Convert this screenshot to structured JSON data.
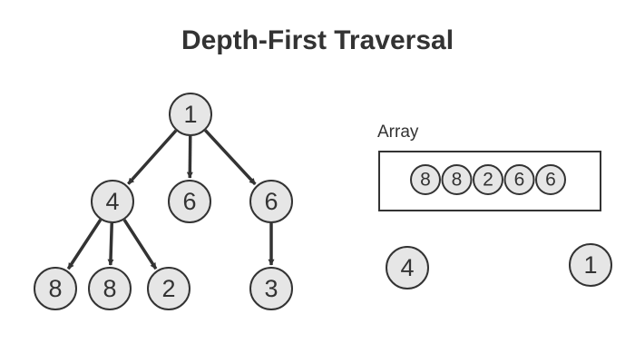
{
  "title": "Depth-First Traversal",
  "colors": {
    "node_fill": "#e6e6e6",
    "stroke": "#333333",
    "background": "#ffffff"
  },
  "tree": {
    "nodes": [
      {
        "id": "n1",
        "label": "1"
      },
      {
        "id": "n4",
        "label": "4"
      },
      {
        "id": "n6a",
        "label": "6"
      },
      {
        "id": "n6b",
        "label": "6"
      },
      {
        "id": "n8a",
        "label": "8"
      },
      {
        "id": "n8b",
        "label": "8"
      },
      {
        "id": "n2",
        "label": "2"
      },
      {
        "id": "n3",
        "label": "3"
      }
    ],
    "edges": [
      {
        "from": "n1",
        "to": "n4"
      },
      {
        "from": "n1",
        "to": "n6a"
      },
      {
        "from": "n1",
        "to": "n6b"
      },
      {
        "from": "n4",
        "to": "n8a"
      },
      {
        "from": "n4",
        "to": "n8b"
      },
      {
        "from": "n4",
        "to": "n2"
      },
      {
        "from": "n6b",
        "to": "n3"
      }
    ]
  },
  "array": {
    "label": "Array",
    "items": [
      "8",
      "8",
      "2",
      "6",
      "6"
    ]
  },
  "loose_nodes": [
    {
      "id": "loose-4",
      "label": "4"
    },
    {
      "id": "loose-1",
      "label": "1"
    }
  ]
}
